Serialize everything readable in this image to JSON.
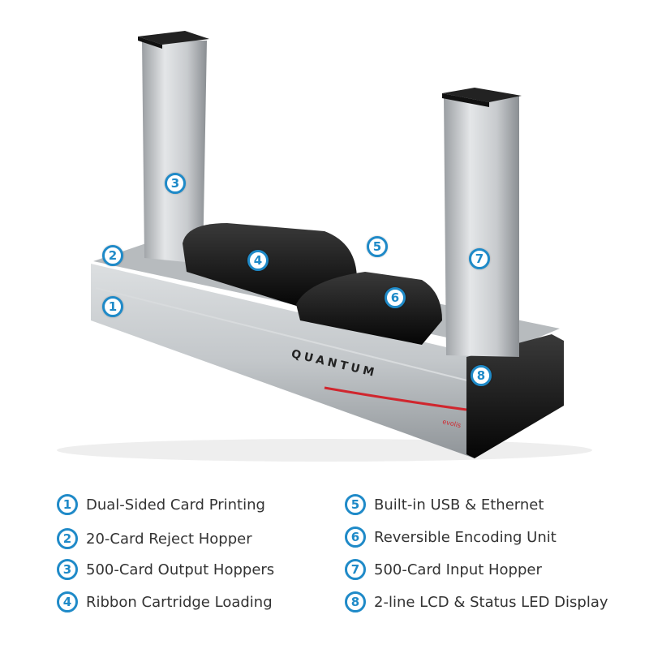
{
  "product": {
    "brand": "QUANTUM",
    "maker": "evolis"
  },
  "colors": {
    "callout_blue": "#1f8ac8",
    "accent_red": "#d0262e",
    "body_silver": "#bfc3c6",
    "cover_black": "#111111"
  },
  "callouts": [
    "1",
    "2",
    "3",
    "4",
    "5",
    "6",
    "7",
    "8"
  ],
  "legend": {
    "left": [
      {
        "num": "1",
        "label": "Dual-Sided Card Printing"
      },
      {
        "num": "2",
        "label": "20-Card Reject Hopper"
      },
      {
        "num": "3",
        "label": "500-Card Output Hoppers"
      },
      {
        "num": "4",
        "label": "Ribbon Cartridge Loading"
      }
    ],
    "right": [
      {
        "num": "5",
        "label": "Built-in USB & Ethernet"
      },
      {
        "num": "6",
        "label": "Reversible Encoding Unit"
      },
      {
        "num": "7",
        "label": "500-Card Input Hopper"
      },
      {
        "num": "8",
        "label": "2-line LCD & Status LED Display"
      }
    ]
  }
}
